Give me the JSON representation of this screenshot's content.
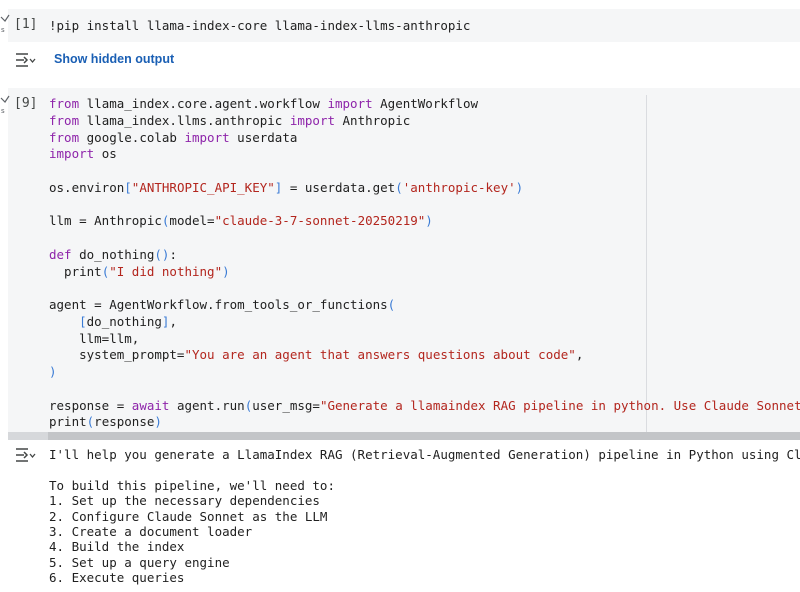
{
  "cells": [
    {
      "count": "[1]",
      "code": "!pip install llama-index-core llama-index-llms-anthropic",
      "hidden_output_label": "Show hidden output"
    },
    {
      "count": "[9]",
      "code_lines": [
        [
          [
            "kw",
            "from "
          ],
          [
            "plain",
            "llama_index.core.agent.workflow "
          ],
          [
            "kw",
            "import "
          ],
          [
            "plain",
            "AgentWorkflow"
          ]
        ],
        [
          [
            "kw",
            "from "
          ],
          [
            "plain",
            "llama_index.llms.anthropic "
          ],
          [
            "kw",
            "import "
          ],
          [
            "plain",
            "Anthropic"
          ]
        ],
        [
          [
            "kw",
            "from "
          ],
          [
            "plain",
            "google.colab "
          ],
          [
            "kw",
            "import "
          ],
          [
            "plain",
            "userdata"
          ]
        ],
        [
          [
            "kw",
            "import "
          ],
          [
            "plain",
            "os"
          ]
        ],
        [],
        [
          [
            "plain",
            "os.environ"
          ],
          [
            "br",
            "["
          ],
          [
            "str",
            "\"ANTHROPIC_API_KEY\""
          ],
          [
            "br",
            "]"
          ],
          [
            "plain",
            " = userdata.get"
          ],
          [
            "br",
            "("
          ],
          [
            "str",
            "'anthropic-key'"
          ],
          [
            "br",
            ")"
          ]
        ],
        [],
        [
          [
            "plain",
            "llm = Anthropic"
          ],
          [
            "br",
            "("
          ],
          [
            "plain",
            "model="
          ],
          [
            "str",
            "\"claude-3-7-sonnet-20250219\""
          ],
          [
            "br",
            ")"
          ]
        ],
        [],
        [
          [
            "kw",
            "def "
          ],
          [
            "plain",
            "do_nothing"
          ],
          [
            "br",
            "()"
          ],
          [
            "plain",
            ":"
          ]
        ],
        [
          [
            "plain",
            "  print"
          ],
          [
            "br",
            "("
          ],
          [
            "str",
            "\"I did nothing\""
          ],
          [
            "br",
            ")"
          ]
        ],
        [],
        [
          [
            "plain",
            "agent = AgentWorkflow.from_tools_or_functions"
          ],
          [
            "br",
            "("
          ]
        ],
        [
          [
            "plain",
            "    "
          ],
          [
            "br",
            "["
          ],
          [
            "plain",
            "do_nothing"
          ],
          [
            "br",
            "]"
          ],
          [
            "plain",
            ","
          ]
        ],
        [
          [
            "plain",
            "    llm=llm,"
          ]
        ],
        [
          [
            "plain",
            "    system_prompt="
          ],
          [
            "str",
            "\"You are an agent that answers questions about code\""
          ],
          [
            "plain",
            ","
          ]
        ],
        [
          [
            "br",
            ")"
          ]
        ],
        [],
        [
          [
            "plain",
            "response = "
          ],
          [
            "kw",
            "await "
          ],
          [
            "plain",
            "agent.run"
          ],
          [
            "br",
            "("
          ],
          [
            "plain",
            "user_msg="
          ],
          [
            "str",
            "\"Generate a llamaindex RAG pipeline in python. Use Claude Sonnet"
          ]
        ],
        [
          [
            "plain",
            "print"
          ],
          [
            "br",
            "("
          ],
          [
            "plain",
            "response"
          ],
          [
            "br",
            ")"
          ]
        ]
      ],
      "output_lines": [
        "I'll help you generate a LlamaIndex RAG (Retrieval-Augmented Generation) pipeline in Python using Cla",
        "",
        "To build this pipeline, we'll need to:",
        "1. Set up the necessary dependencies",
        "2. Configure Claude Sonnet as the LLM",
        "3. Create a document loader",
        "4. Build the index",
        "5. Set up a query engine",
        "6. Execute queries"
      ]
    }
  ],
  "icons": {
    "exec_status": "exec-status-icon",
    "output_toggle": "output-toggle-icon"
  },
  "colors": {
    "keyword": "#8e24aa",
    "string": "#b3261e",
    "bracket": "#3a7bd5",
    "link": "#1a5fb4",
    "cell_bg": "#f5f6f7"
  }
}
